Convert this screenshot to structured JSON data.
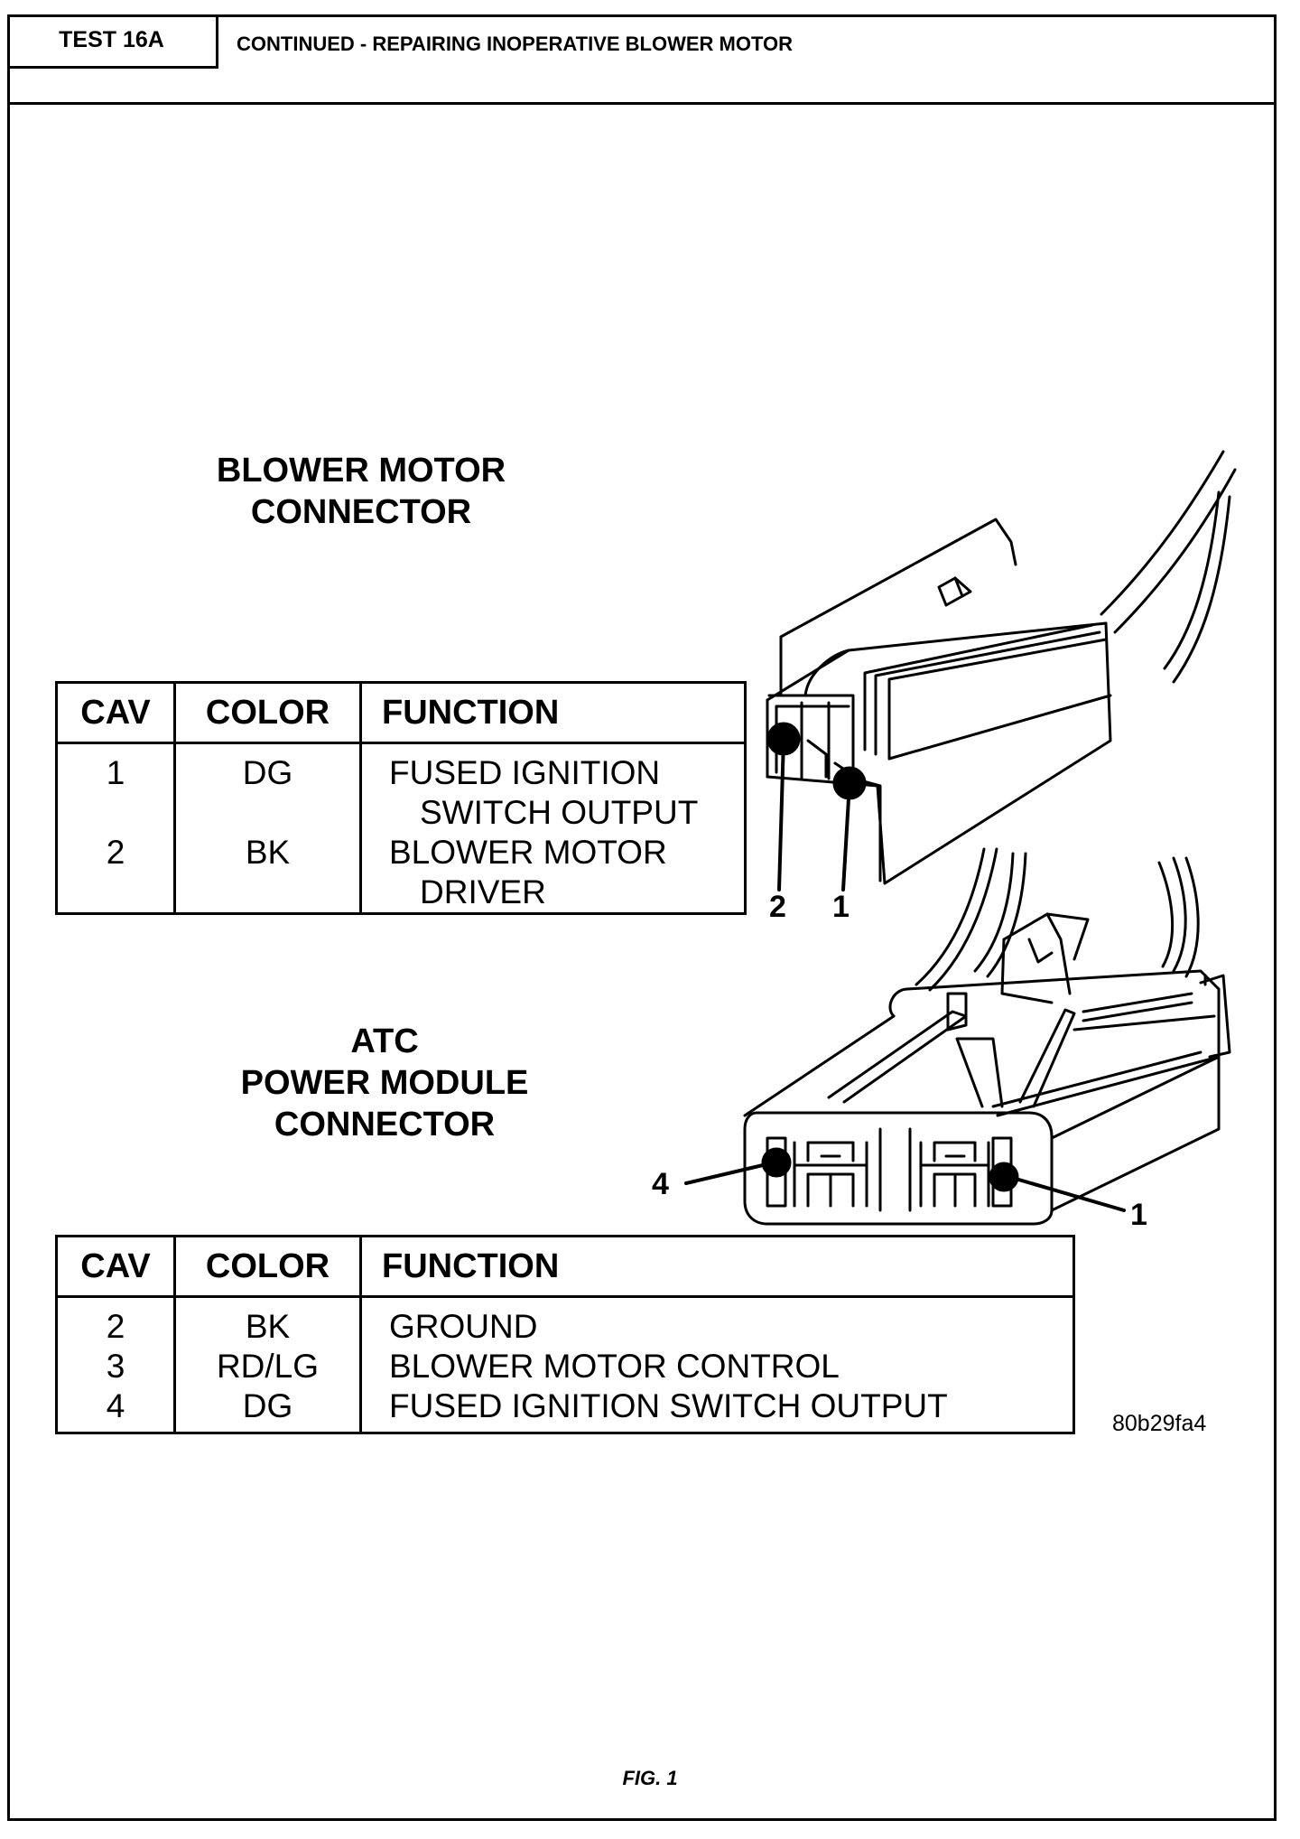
{
  "header": {
    "test_label": "TEST 16A",
    "title": "CONTINUED - REPAIRING INOPERATIVE BLOWER MOTOR"
  },
  "blower": {
    "title_line1": "BLOWER MOTOR",
    "title_line2": "CONNECTOR",
    "columns": [
      "CAV",
      "COLOR",
      "FUNCTION"
    ],
    "rows": [
      {
        "cav": "1",
        "color": "DG",
        "function_line1": "FUSED IGNITION",
        "function_line2": "SWITCH OUTPUT"
      },
      {
        "cav": "2",
        "color": "BK",
        "function_line1": "BLOWER MOTOR",
        "function_line2": "DRIVER"
      }
    ],
    "pin_labels": [
      "2",
      "1"
    ]
  },
  "atc": {
    "title_line1": "ATC",
    "title_line2": "POWER MODULE",
    "title_line3": "CONNECTOR",
    "columns": [
      "CAV",
      "COLOR",
      "FUNCTION"
    ],
    "rows": [
      {
        "cav": "2",
        "color": "BK",
        "function": "GROUND"
      },
      {
        "cav": "3",
        "color": "RD/LG",
        "function": "BLOWER MOTOR CONTROL"
      },
      {
        "cav": "4",
        "color": "DG",
        "function": "FUSED IGNITION SWITCH OUTPUT"
      }
    ],
    "pin_labels": [
      "4",
      "1"
    ]
  },
  "figure_code": "80b29fa4",
  "figure_caption": "FIG. 1"
}
